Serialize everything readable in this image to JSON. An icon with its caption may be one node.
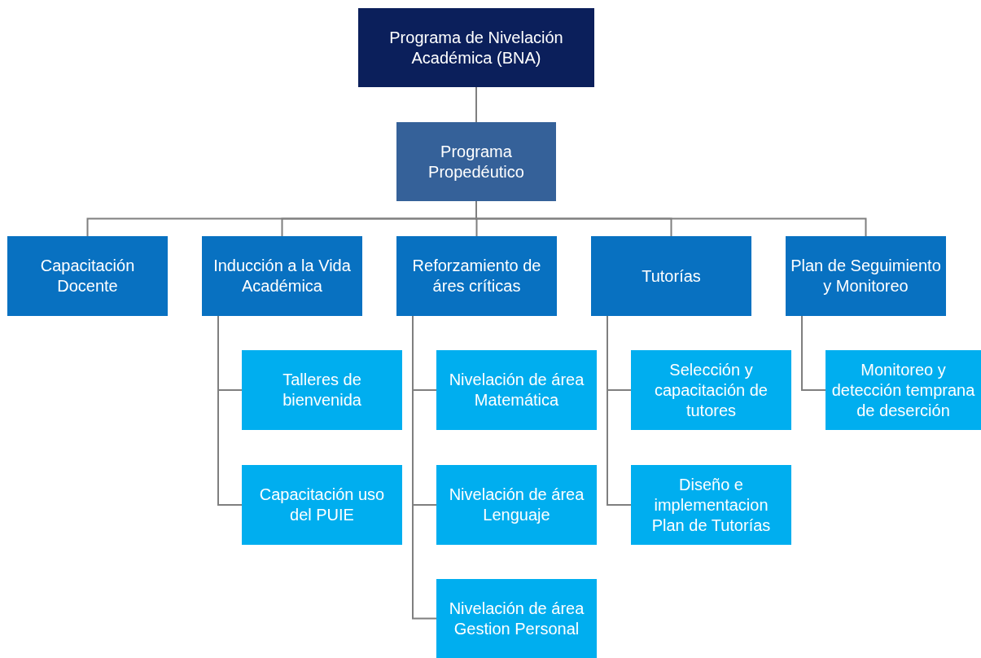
{
  "diagram": {
    "nodes": [
      {
        "text": [
          "Programa de Nivelación Académica (BNA)"
        ]
      },
      {
        "text": [
          "Programa Propedéutico"
        ]
      },
      {
        "text": [
          "Capacitación Docente"
        ]
      },
      {
        "text": [
          "Inducción a la Vida Académica"
        ]
      },
      {
        "text": [
          "Reforzamiento de áres críticas"
        ]
      },
      {
        "text": [
          "Tutorías"
        ]
      },
      {
        "text": [
          "Plan de Seguimiento y Monitoreo"
        ]
      },
      {
        "text": [
          "Talleres de bienvenida"
        ]
      },
      {
        "text": [
          "Capacitación uso del PUIE"
        ]
      },
      {
        "text": [
          "Nivelación de área Matemática"
        ]
      },
      {
        "text": [
          "Nivelación de área Lenguaje"
        ]
      },
      {
        "text": [
          "Nivelación de área Gestion Personal"
        ]
      },
      {
        "text": [
          "Selección y capacitación de tutores"
        ]
      },
      {
        "text": [
          "Diseño e implementacion Plan de Tutorías"
        ]
      },
      {
        "text": [
          "Monitoreo y detección temprana de deserción"
        ]
      }
    ],
    "edges": [
      {
        "from": 0,
        "to": 1,
        "arrow": "none"
      },
      {
        "from": 1,
        "to": 2,
        "arrow": "none"
      },
      {
        "from": 1,
        "to": 3,
        "arrow": "none"
      },
      {
        "from": 1,
        "to": 4,
        "arrow": "none"
      },
      {
        "from": 1,
        "to": 5,
        "arrow": "none"
      },
      {
        "from": 1,
        "to": 6,
        "arrow": "none"
      },
      {
        "from": 3,
        "to": 7,
        "arrow": "none"
      },
      {
        "from": 3,
        "to": 8,
        "arrow": "none"
      },
      {
        "from": 4,
        "to": 9,
        "arrow": "none"
      },
      {
        "from": 4,
        "to": 10,
        "arrow": "none"
      },
      {
        "from": 4,
        "to": 11,
        "arrow": "none"
      },
      {
        "from": 5,
        "to": 12,
        "arrow": "none"
      },
      {
        "from": 5,
        "to": 13,
        "arrow": "none"
      },
      {
        "from": 6,
        "to": 14,
        "arrow": "none"
      }
    ]
  }
}
